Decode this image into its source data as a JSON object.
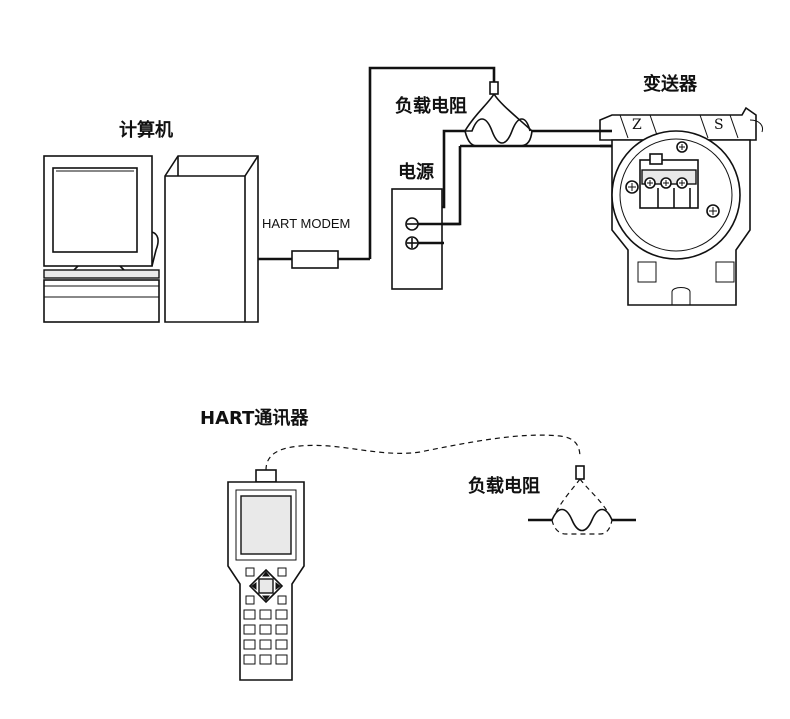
{
  "labels": {
    "computer": "计算机",
    "hart_modem": "HART MODEM",
    "load_resistor_top": "负载电阻",
    "power_supply": "电源",
    "transmitter": "变送器",
    "hart_communicator": "HART通讯器",
    "load_resistor_bottom": "负载电阻"
  },
  "transmitter_marks": {
    "zero": "Z",
    "span": "S"
  },
  "colors": {
    "line": "#111111",
    "background": "#ffffff"
  }
}
